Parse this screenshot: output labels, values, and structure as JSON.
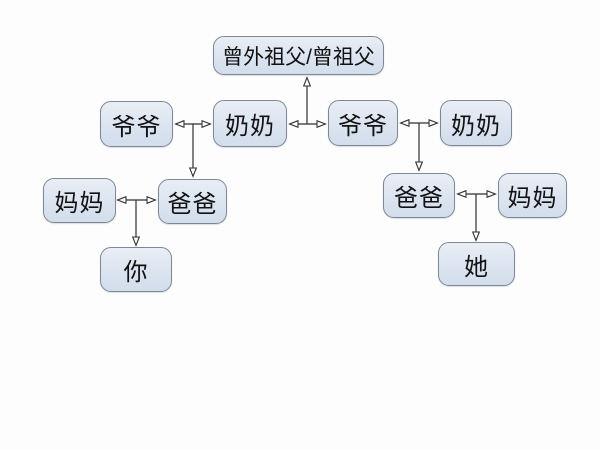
{
  "diagram": {
    "type": "family-tree-flowchart",
    "nodes": {
      "great_grandparent": {
        "label": "曾外祖父/曾祖父"
      },
      "grandpa_your_side": {
        "label": "爷爷"
      },
      "grandma_your_side": {
        "label": "奶奶"
      },
      "grandpa_her_side": {
        "label": "爷爷"
      },
      "grandma_her_side": {
        "label": "奶奶"
      },
      "mom_your_side": {
        "label": "妈妈"
      },
      "dad_your_side": {
        "label": "爸爸"
      },
      "dad_her_side": {
        "label": "爸爸"
      },
      "mom_her_side": {
        "label": "妈妈"
      },
      "you": {
        "label": "你"
      },
      "her": {
        "label": "她"
      }
    },
    "colors": {
      "node_fill": "#dbe4f0",
      "node_border": "#7d8795",
      "connector": "#2f2f2f",
      "arrowhead_fill": "#ffffff",
      "text": "#121212",
      "background": "#fdfdfd"
    }
  }
}
